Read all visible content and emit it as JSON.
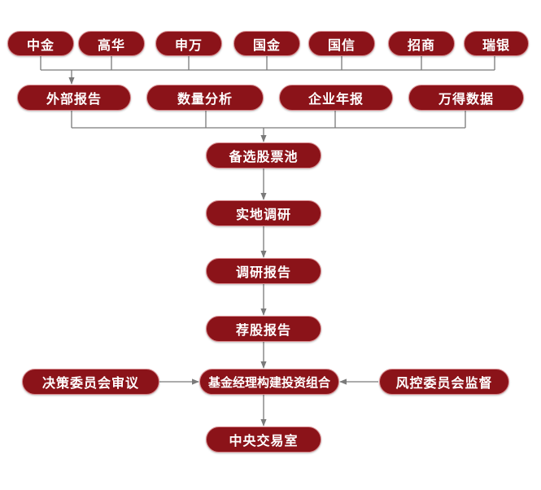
{
  "sources": [
    "中金",
    "高华",
    "申万",
    "国金",
    "国信",
    "招商",
    "瑞银"
  ],
  "inputs": [
    "外部报告",
    "数量分析",
    "企业年报",
    "万得数据"
  ],
  "pipeline": {
    "pool": "备选股票池",
    "field_research": "实地调研",
    "research_report": "调研报告",
    "recommendation_report": "荐股报告",
    "portfolio": "基金经理构建投资组合",
    "trading_room": "中央交易室"
  },
  "decision_committee": "决策委员会审议",
  "risk_committee": "风控委员会监督",
  "colors": {
    "box": "#8b1319",
    "line": "#7a7a7a"
  }
}
